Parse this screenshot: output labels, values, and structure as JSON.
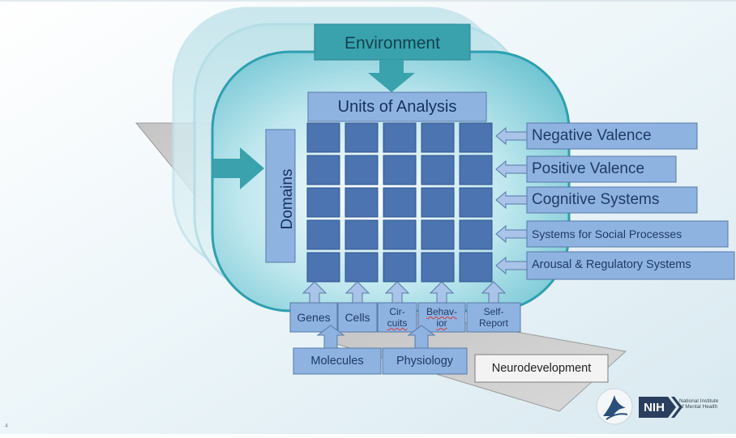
{
  "diagram": {
    "environment_label": "Environment",
    "units_of_analysis_label": "Units of Analysis",
    "domains_label": "Domains",
    "grid": {
      "rows": 5,
      "columns": 5
    },
    "domains": [
      "Negative Valence",
      "Positive Valence",
      "Cognitive Systems",
      "Systems for Social Processes",
      "Arousal & Regulatory Systems"
    ],
    "units": {
      "genes": "Genes",
      "cells": "Cells",
      "circuits_line1": "Cir-",
      "circuits_line2": "cuits",
      "behavior_line1": "Behav-",
      "behavior_line2": "ior",
      "self_report_line1": "Self-",
      "self_report_line2": "Report"
    },
    "sub_units": {
      "molecules": "Molecules",
      "physiology": "Physiology"
    },
    "dimension_label": "Neurodevelopment"
  },
  "branding": {
    "nih_logo_text": "NIH",
    "institute_name_line1": "National Institute",
    "institute_name_line2": "of Mental Health",
    "hhs_emblem": "hhs-eagle-logo"
  },
  "colors": {
    "teal_banner": "#3aa2ad",
    "cylinder_fill": "#8ad3df",
    "blue_box": "#8fb3e1",
    "grid_cell": "#4b74b0",
    "grey_arrow": "#c9c9c9"
  }
}
